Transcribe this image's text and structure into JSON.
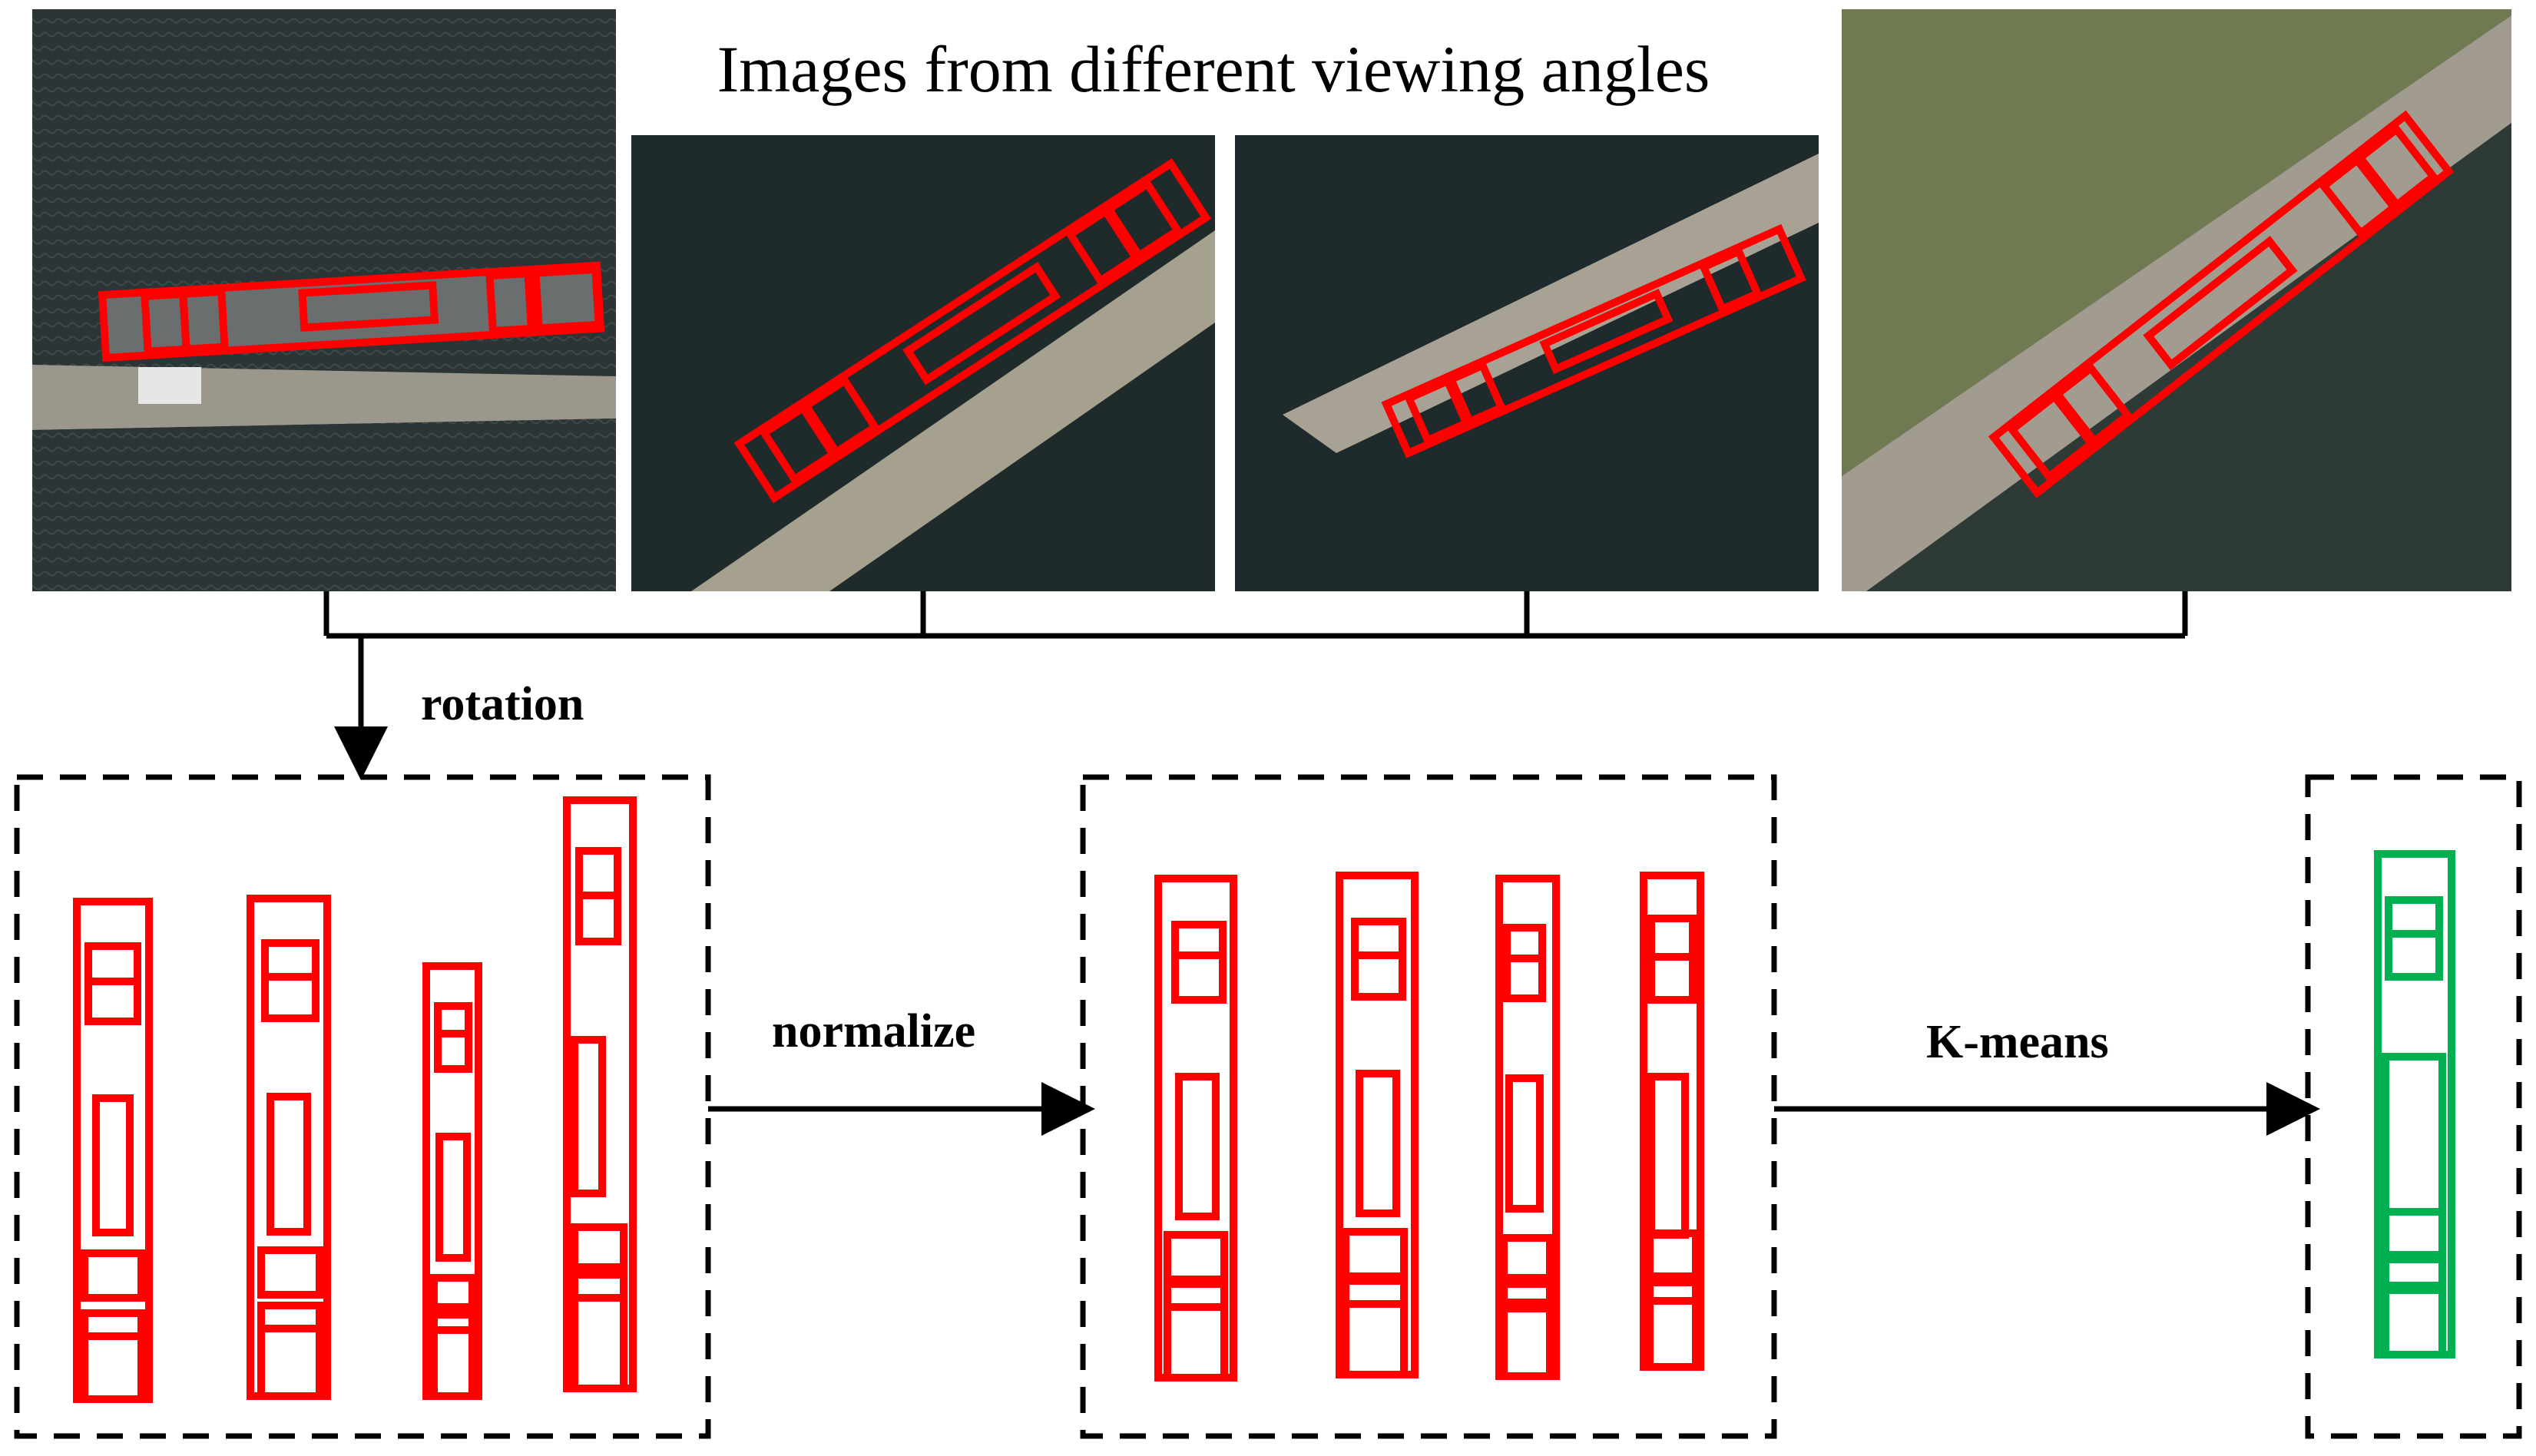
{
  "title": "Images from different viewing angles",
  "steps": {
    "rotation": "rotation",
    "normalize": "normalize",
    "kmeans": "K-means"
  },
  "colors": {
    "box_red": "#ff0000",
    "box_green": "#00b050",
    "water": "#243230",
    "water_dark": "#1f2a2c",
    "pier": "#9c988c",
    "ground": "#6f7a52"
  },
  "images": [
    "satellite-view-1",
    "satellite-view-2",
    "satellite-view-3",
    "satellite-view-4"
  ],
  "rotated_set_count": 4,
  "normalized_set_count": 4,
  "cluster_result_count": 1
}
